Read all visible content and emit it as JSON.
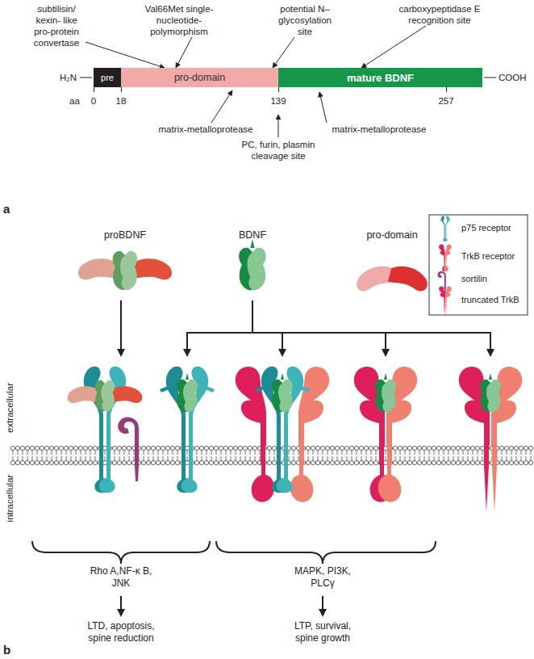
{
  "diagram": {
    "nodes": [
      {
        "text": [
          "pre"
        ]
      },
      {
        "text": [
          "pro-domain"
        ]
      },
      {
        "text": [
          "mature BDNF"
        ]
      }
    ],
    "labels": [
      "subtilisin/ kexin- like pro-protein convertase",
      "Val66Met single-nucleotide- polymorphism",
      "potential N– glycosylation site",
      "carboxypeptidase E recognition site",
      "H₂N",
      "COOH",
      "aa",
      "0",
      "18",
      "139",
      "257",
      "matrix-metalloprotease",
      "PC, furin, plasmin cleavage site",
      "matrix-metalloprotease",
      "a",
      "proBDNF",
      "BDNF",
      "pro-domain",
      "extracellular",
      "intracellular",
      "Rho A,NF-κ B, JNK",
      "LTD, apoptosis, spine reduction",
      "MAPK, PI3K, PLCγ",
      "LTP, survival, spine growth",
      "b"
    ],
    "legend": [
      {
        "text": "p75 receptor"
      },
      {
        "text": "TrkB receptor"
      },
      {
        "text": "sortilin"
      },
      {
        "text": "truncated TrkB"
      }
    ]
  }
}
